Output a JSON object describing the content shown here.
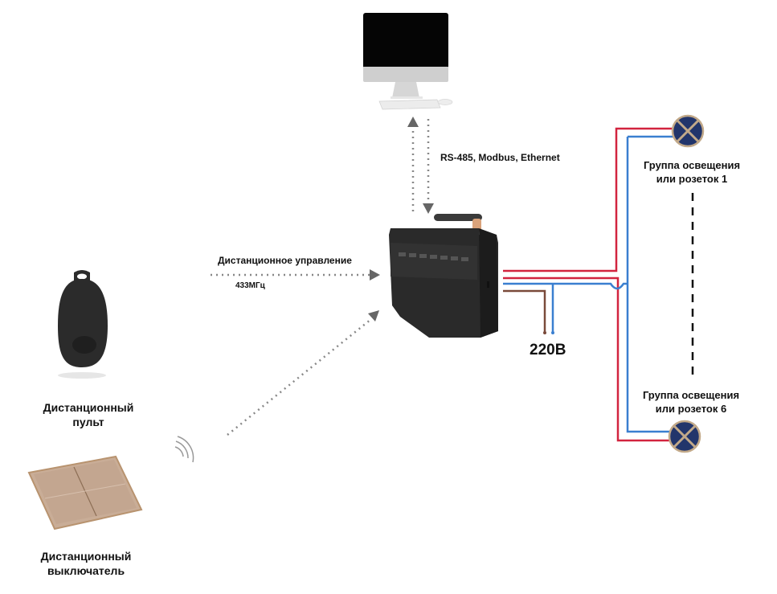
{
  "diagram": {
    "protocol_label": "RS-485, Modbus, Ethernet",
    "remote_control_label": "Дистанционное управление",
    "frequency_label": "433МГц",
    "power_label": "220В",
    "group_1_label_line1": "Группа освещения",
    "group_1_label_line2": "или розеток 1",
    "group_6_label_line1": "Группа освещения",
    "group_6_label_line2": "или розеток 6",
    "remote_fob_label_line1": "Дистанционный",
    "remote_fob_label_line2": "пульт",
    "remote_switch_label_line1": "Дистанционный",
    "remote_switch_label_line2": "выключатель"
  },
  "colors": {
    "phase_wire": "#d2243f",
    "neutral_wire": "#3a7fd0",
    "supply_wire": "#7a4a3a",
    "lamp_fill": "#22356b",
    "lamp_cross": "#c2a989",
    "arrow": "#666666",
    "controller_body": "#2a2a2a",
    "switch_gold": "#c9ad97"
  },
  "icons": {
    "computer": "desktop-computer-icon",
    "controller": "relay-controller-icon",
    "lamp": "lamp-icon",
    "fob": "key-fob-icon",
    "wall_switch": "wall-switch-icon",
    "wireless": "wireless-signal-icon"
  }
}
